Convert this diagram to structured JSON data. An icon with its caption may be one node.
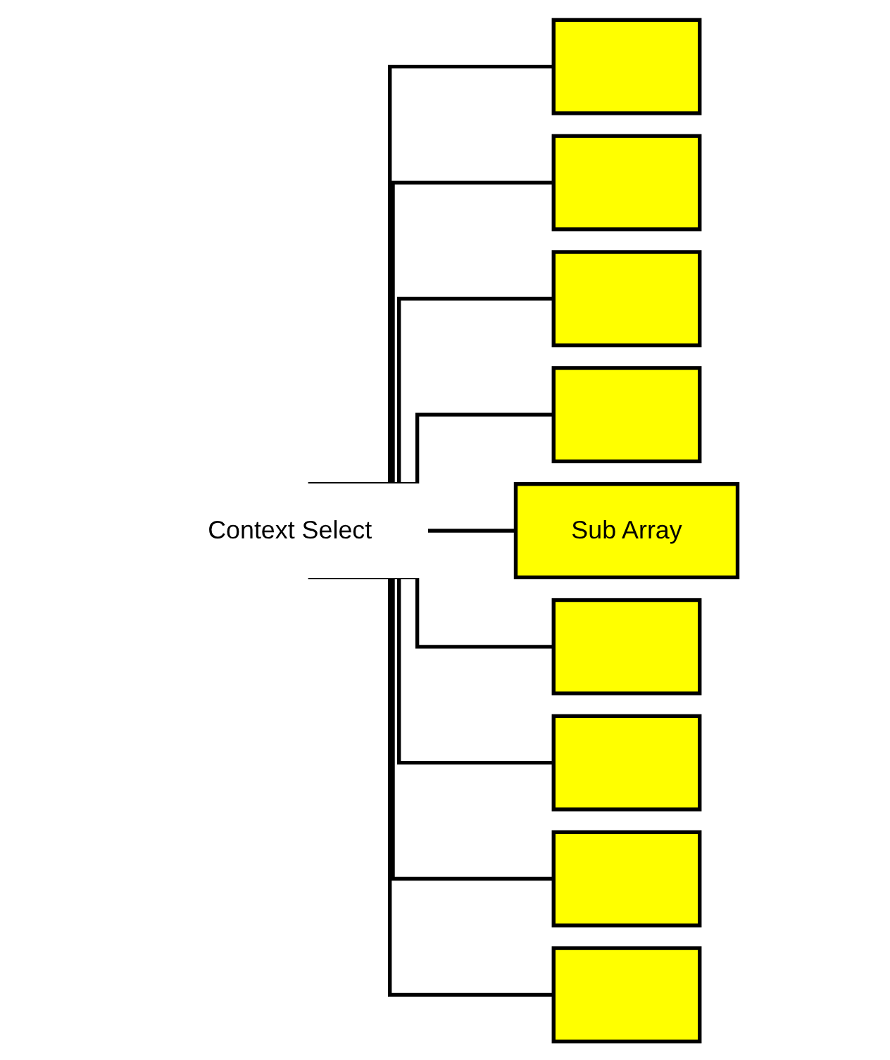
{
  "diagram": {
    "nodes": [
      {
        "text": [
          "Context Select"
        ]
      },
      {
        "text": [],
        "shape": "box"
      },
      {
        "text": [],
        "shape": "box"
      },
      {
        "text": [],
        "shape": "box"
      },
      {
        "text": [],
        "shape": "box"
      },
      {
        "text": [
          "Sub Array"
        ]
      },
      {
        "text": [],
        "shape": "box"
      },
      {
        "text": [],
        "shape": "box"
      },
      {
        "text": [],
        "shape": "box"
      },
      {
        "text": [],
        "shape": "box"
      }
    ],
    "edges": [
      {
        "from": 0,
        "to": 1,
        "arrow": "none"
      },
      {
        "from": 0,
        "to": 2,
        "arrow": "none"
      },
      {
        "from": 0,
        "to": 3,
        "arrow": "none"
      },
      {
        "from": 0,
        "to": 4,
        "arrow": "none"
      },
      {
        "from": 0,
        "to": 5,
        "arrow": "none"
      },
      {
        "from": 0,
        "to": 6,
        "arrow": "none"
      },
      {
        "from": 0,
        "to": 7,
        "arrow": "none"
      },
      {
        "from": 0,
        "to": 8,
        "arrow": "none"
      },
      {
        "from": 0,
        "to": 9,
        "arrow": "none"
      }
    ]
  }
}
